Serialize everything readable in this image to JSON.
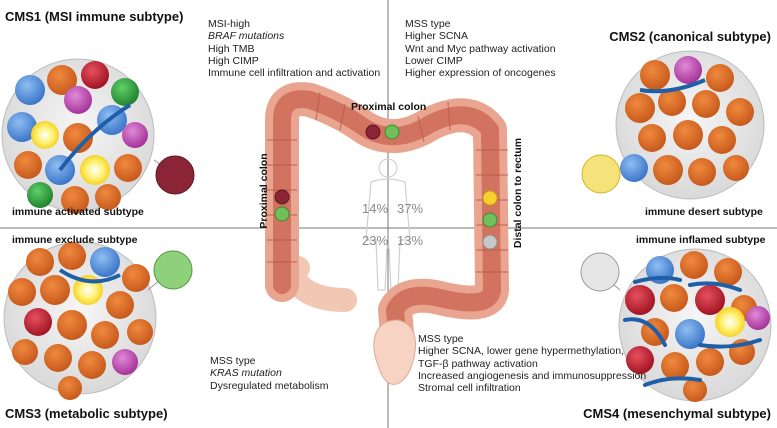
{
  "quadrants": {
    "cms1": {
      "title": "CMS1 (MSI immune subtype)",
      "subtype": "immune activated subtype",
      "features": [
        "MSI-high",
        "BRAF mutations",
        "High TMB",
        "High CIMP",
        "Immune cell infiltration and activation"
      ]
    },
    "cms2": {
      "title": "CMS2 (canonical subtype)",
      "subtype": "immune desert subtype",
      "features": [
        "MSS type",
        "Higher SCNA",
        "Wnt and Myc pathway activation",
        "Lower CIMP",
        "Higher expression of oncogenes"
      ]
    },
    "cms3": {
      "title": "CMS3 (metabolic subtype)",
      "subtype": "immune exclude subtype",
      "features": [
        "MSS type",
        "KRAS mutation",
        "Dysregulated metabolism"
      ]
    },
    "cms4": {
      "title": "CMS4 (mesenchymal subtype)",
      "subtype": "immune inflamed subtype",
      "features": [
        "MSS type",
        "Higher SCNA, lower gene hypermethylation,",
        "TGF-β pathway activation",
        "Increased angiogenesis and immunosuppression",
        "Stromal cell infiltration"
      ]
    }
  },
  "colon": {
    "proximal_top": "Proximal colon",
    "proximal_left": "Proximal colon",
    "distal_right": "Distal colon to rectum"
  },
  "percentages": {
    "cms1": "14%",
    "cms2": "37%",
    "cms3": "23%",
    "cms4": "13%"
  },
  "colors": {
    "tumor_cell": "#d9691f",
    "tumor_nucleus": "#f0b489",
    "colon_outer": "#e9a58f",
    "colon_inner": "#d2735f",
    "immune_blue": "#4b88d6",
    "immune_red": "#c41c2f",
    "immune_green": "#2fa33f",
    "immune_magenta": "#c54ab3",
    "fibroblast": "#1f5fa8"
  }
}
